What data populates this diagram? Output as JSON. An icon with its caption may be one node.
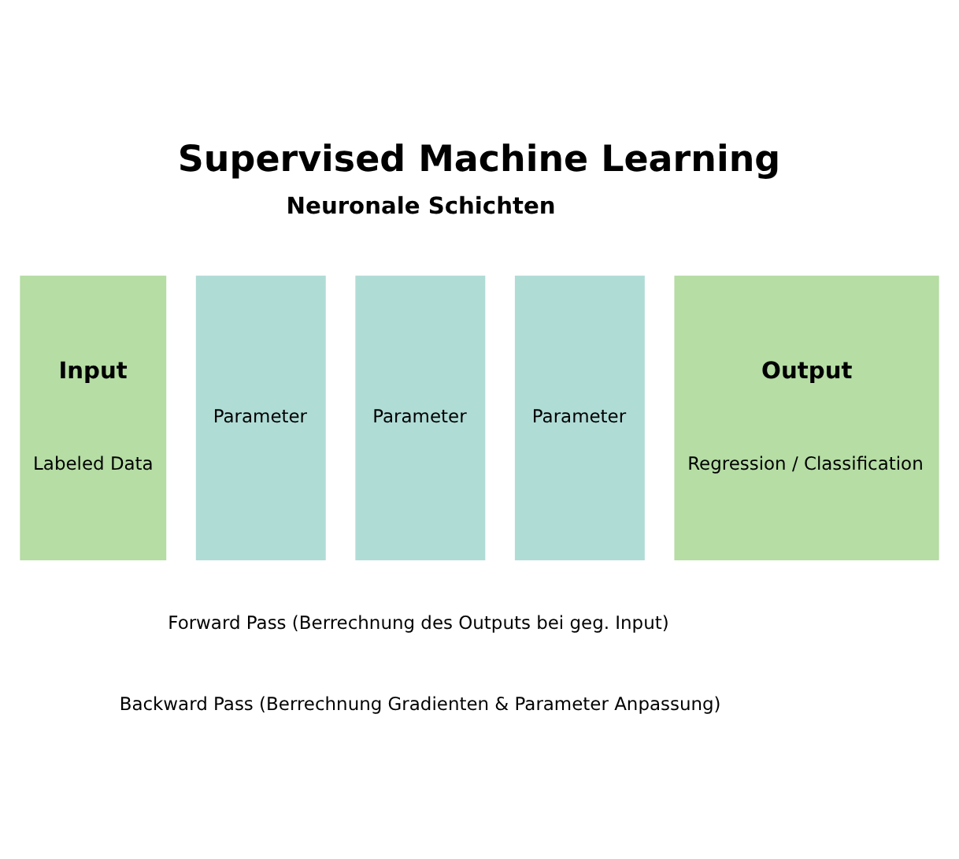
{
  "diagram": {
    "title": "Supervised Machine Learning",
    "nodes": [
      {
        "text": [
          "Input",
          "Labeled Data"
        ]
      },
      {
        "text": [
          "Parameter"
        ]
      },
      {
        "text": [
          "Parameter"
        ]
      },
      {
        "text": [
          "Parameter"
        ]
      },
      {
        "text": [
          "Output",
          "Regression / Classification"
        ]
      }
    ],
    "edges": [],
    "labels": [
      "Neuronale Schichten",
      "Forward Pass (Berrechnung des Outputs bei geg. Input)",
      "Backward Pass (Berrechnung Gradienten & Parameter Anpassung)"
    ]
  }
}
